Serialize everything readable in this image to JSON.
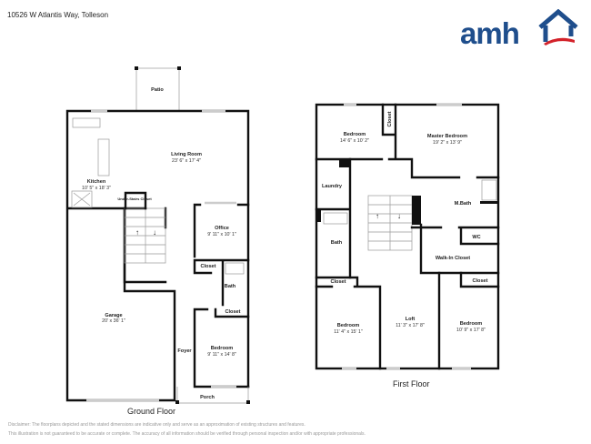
{
  "header": {
    "address": "10526 W Atlantis Way, Tolleson"
  },
  "logo": {
    "text": "amh",
    "colors": {
      "navy": "#1f4e8c",
      "red": "#d3222a"
    }
  },
  "ground_floor": {
    "label": "Ground Floor",
    "rooms": [
      {
        "name": "Patio"
      },
      {
        "name": "Living Room",
        "dims": "23' 6\" x 17' 4\""
      },
      {
        "name": "Kitchen",
        "dims": "10' 5\" x 18' 3\""
      },
      {
        "name": "Under-Stairs Closet"
      },
      {
        "name": "Office",
        "dims": "9' 11\" x 10' 1\""
      },
      {
        "name": "Closet"
      },
      {
        "name": "Bath"
      },
      {
        "name": "Closet"
      },
      {
        "name": "Garage",
        "dims": "20' x 36' 1\""
      },
      {
        "name": "Foyer"
      },
      {
        "name": "Bedroom",
        "dims": "9' 11\" x 14' 8\""
      },
      {
        "name": "Porch"
      }
    ]
  },
  "first_floor": {
    "label": "First Floor",
    "rooms": [
      {
        "name": "Bedroom",
        "dims": "14' 6\" x 10' 2\""
      },
      {
        "name": "Closet"
      },
      {
        "name": "Master Bedroom",
        "dims": "19' 2\" x 13' 9\""
      },
      {
        "name": "Laundry"
      },
      {
        "name": "M.Bath"
      },
      {
        "name": "Bath"
      },
      {
        "name": "WC"
      },
      {
        "name": "Walk-In Closet"
      },
      {
        "name": "Closet"
      },
      {
        "name": "Closet"
      },
      {
        "name": "Bedroom",
        "dims": "11' 4\" x 15' 1\""
      },
      {
        "name": "Loft",
        "dims": "11' 3\" x 17' 8\""
      },
      {
        "name": "Bedroom",
        "dims": "10' 9\" x 17' 8\""
      }
    ]
  },
  "disclaimer": [
    "Disclaimer: The floorplans depicted and the stated dimensions are indicative only and serve as an approximation of existing structures and features.",
    "This illustration is not guaranteed to be accurate or complete. The accuracy of all information should be verified through personal inspection and/or with appropriate professionals."
  ]
}
